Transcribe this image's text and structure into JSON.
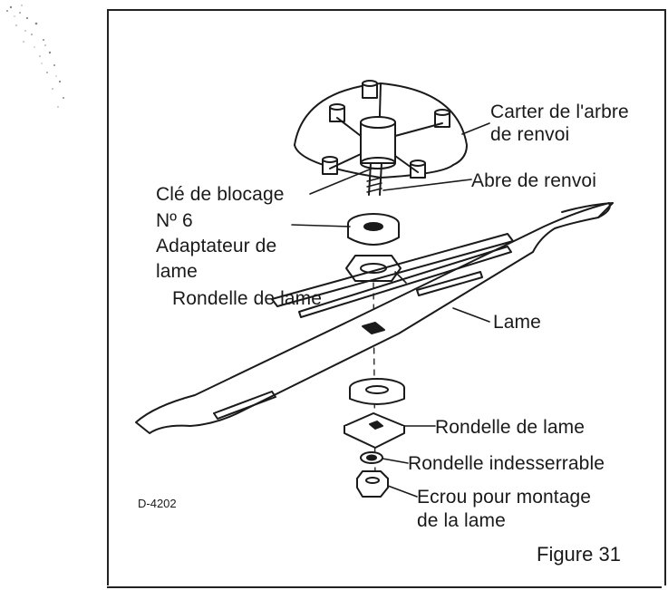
{
  "labels": {
    "carter_line1": "Carter de l'arbre",
    "carter_line2": "de renvoi",
    "abre_renvoi": "Abre de renvoi",
    "cle_line1": "Clé de blocage",
    "cle_line2": "Nº 6",
    "adaptateur_line1": "Adaptateur de",
    "adaptateur_line2": "lame",
    "rondelle_lame_upper": "Rondelle de lame",
    "lame": "Lame",
    "rondelle_lame_lower": "Rondelle de lame",
    "rondelle_indesserrable": "Rondelle indesserrable",
    "ecrou_line1": "Ecrou pour montage",
    "ecrou_line2": "de la lame"
  },
  "drawing_code": "D-4202",
  "figure_label": "Figure 31",
  "colors": {
    "ink": "#1a1a1a",
    "paper": "#ffffff"
  }
}
